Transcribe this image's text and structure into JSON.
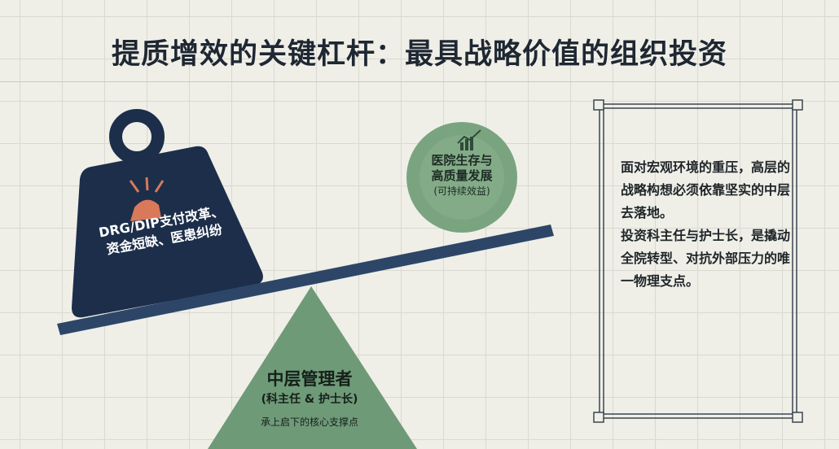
{
  "title": "提质增效的关键杠杆：最具战略价值的组织投资",
  "weight": {
    "line1": "DRG/DIP支付改革、",
    "line2": "资金短缺、医患纠纷",
    "icon": "pressure-arrows-icon"
  },
  "ball": {
    "line1": "医院生存与",
    "line2": "高质量发展",
    "sub": "(可持续效益)",
    "icon": "growth-chart-icon"
  },
  "fulcrum": {
    "title": "中层管理者",
    "subtitle": "(科主任 & 护士长)",
    "note": "承上启下的核心支撑点"
  },
  "textbox": {
    "para1": "面对宏观环境的重压，高层的战略构想必须依靠坚实的中层去落地。",
    "para2": "投资科主任与护士长，是撬动全院转型、对抗外部压力的唯一物理支点。"
  },
  "colors": {
    "navy": "#1c2e4a",
    "beam": "#2d4668",
    "green": "#7aa47f",
    "triangle": "#6f9a78",
    "accent": "#d9795a"
  }
}
